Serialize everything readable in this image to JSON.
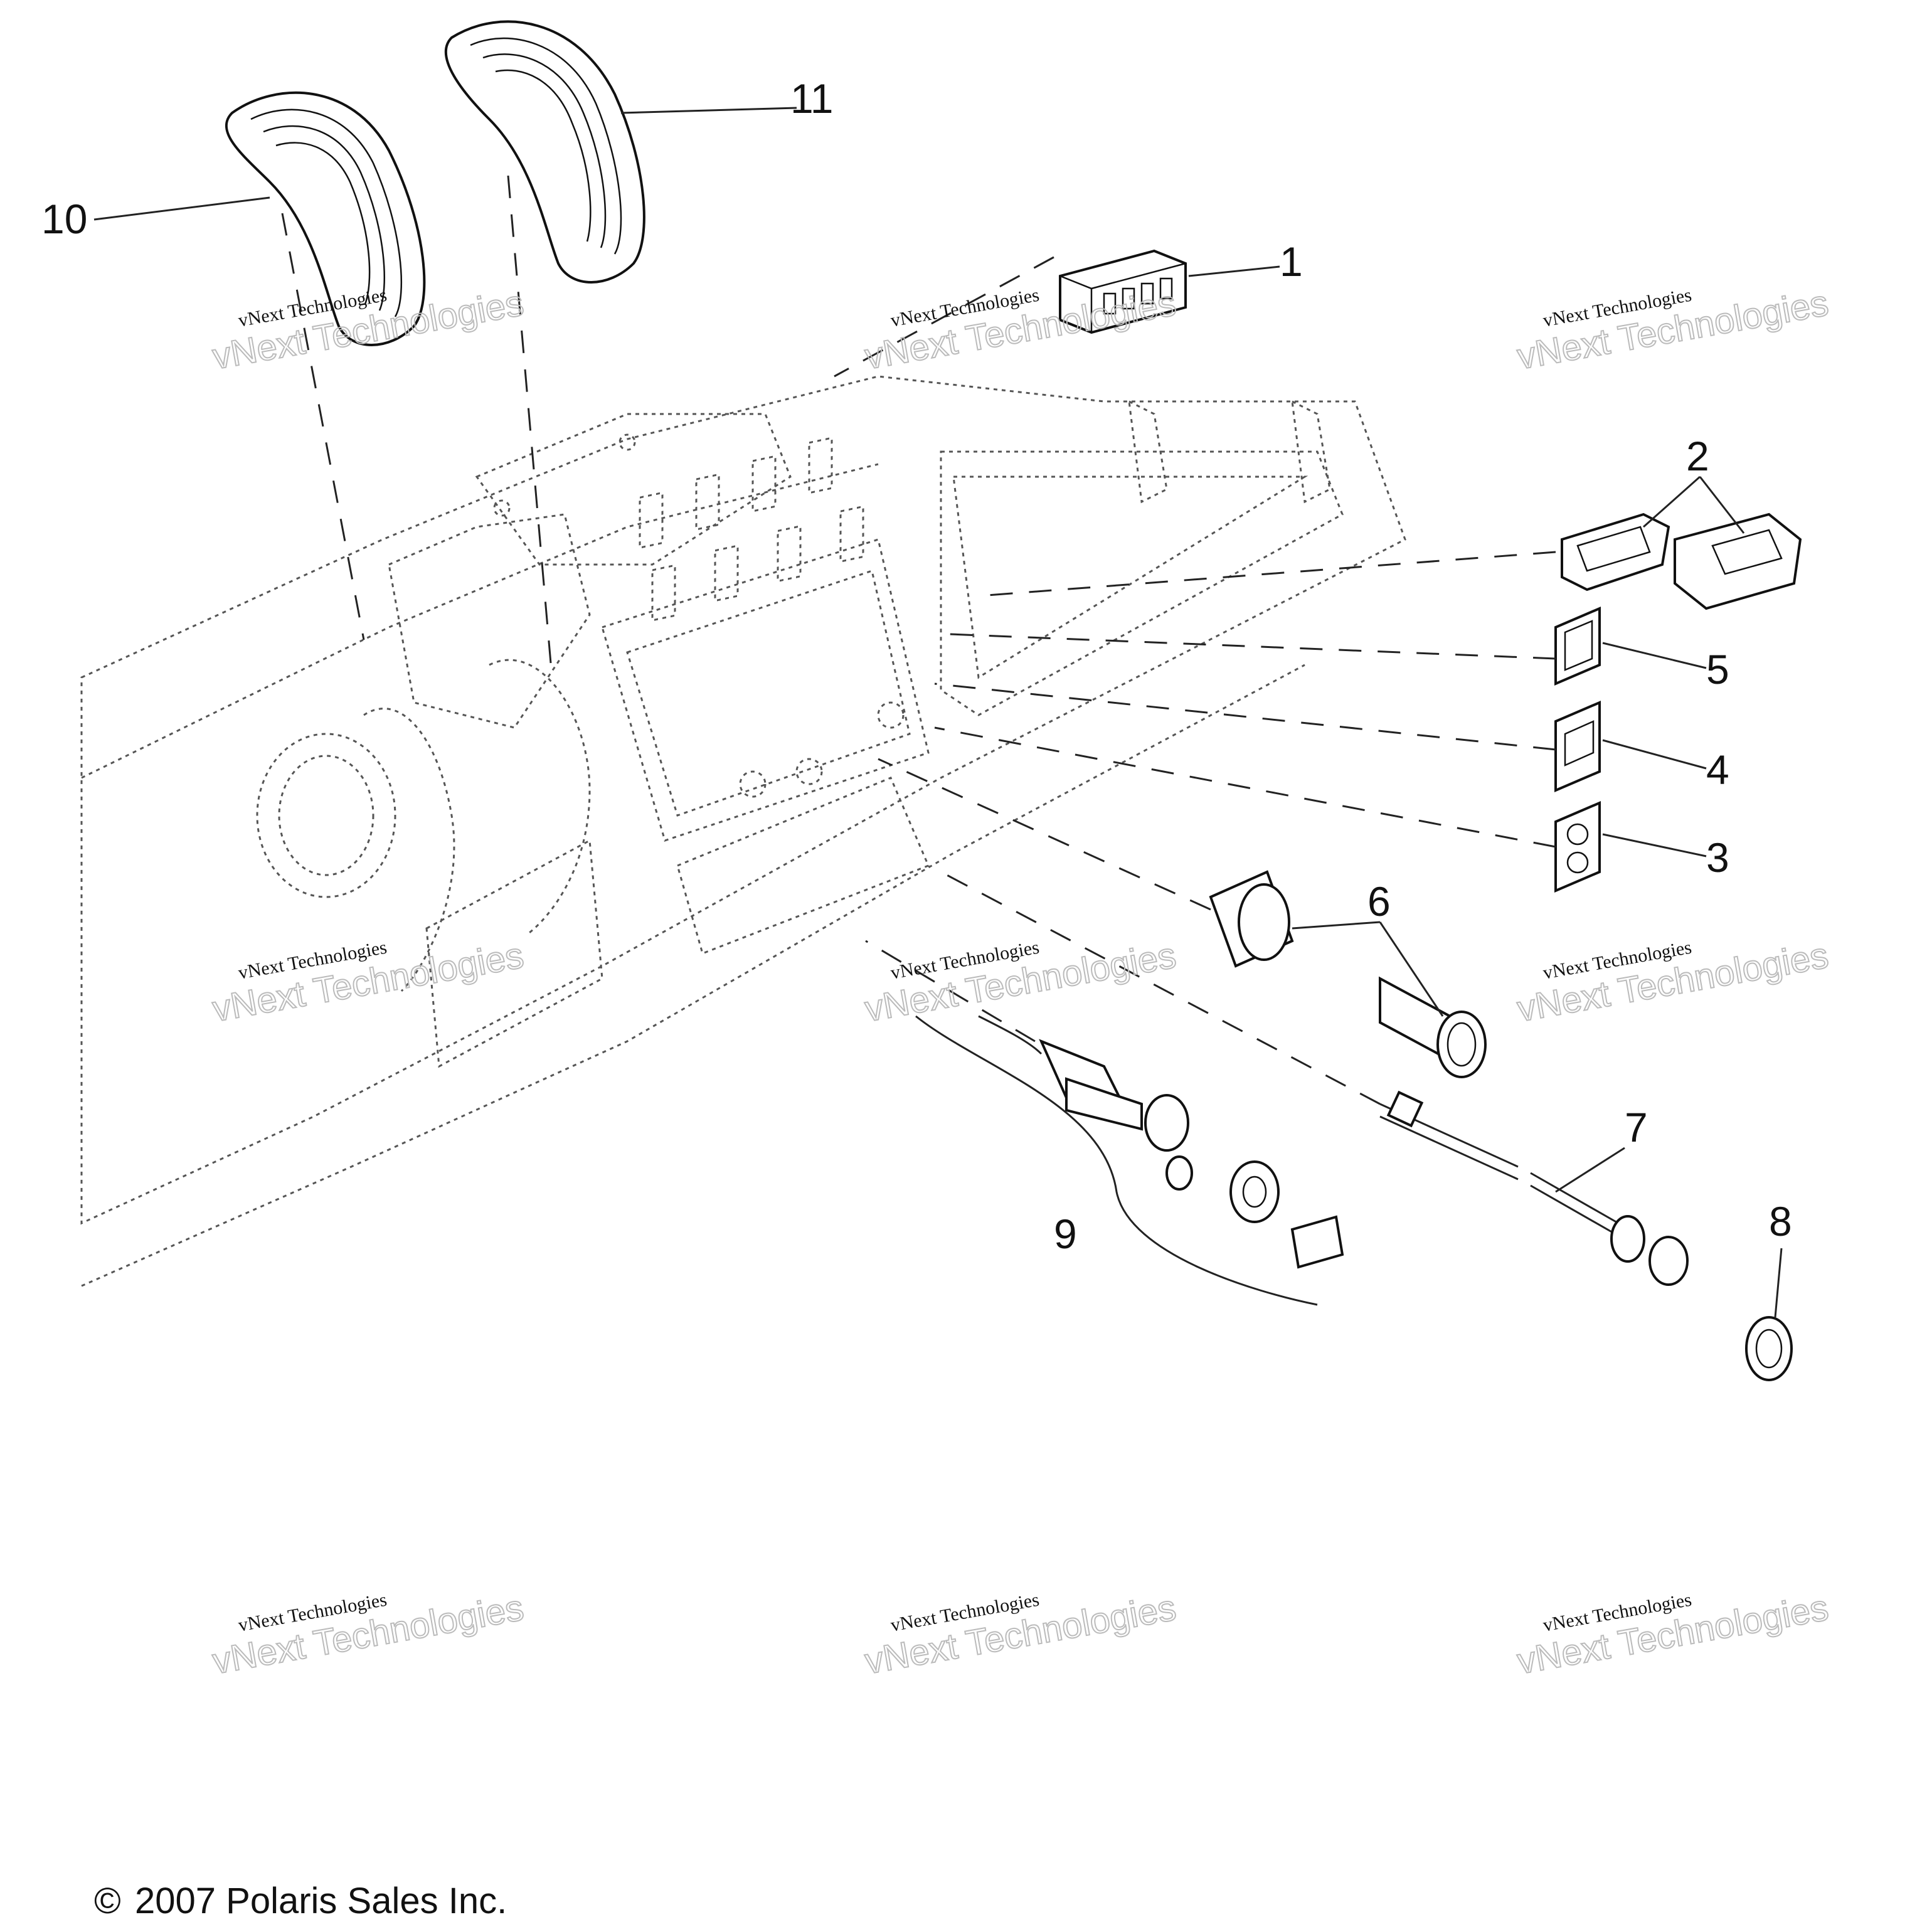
{
  "callouts": [
    {
      "id": "1",
      "text": "1"
    },
    {
      "id": "2",
      "text": "2"
    },
    {
      "id": "3",
      "text": "3"
    },
    {
      "id": "4",
      "text": "4"
    },
    {
      "id": "5",
      "text": "5"
    },
    {
      "id": "6",
      "text": "6"
    },
    {
      "id": "7",
      "text": "7"
    },
    {
      "id": "8",
      "text": "8"
    },
    {
      "id": "9",
      "text": "9"
    },
    {
      "id": "10",
      "text": "10"
    },
    {
      "id": "11",
      "text": "11"
    }
  ],
  "watermark": {
    "line1": "vNext Technologies",
    "line2": "vNext Technologies"
  },
  "copyright": {
    "symbol": "©",
    "text": "2007 Polaris Sales Inc."
  }
}
